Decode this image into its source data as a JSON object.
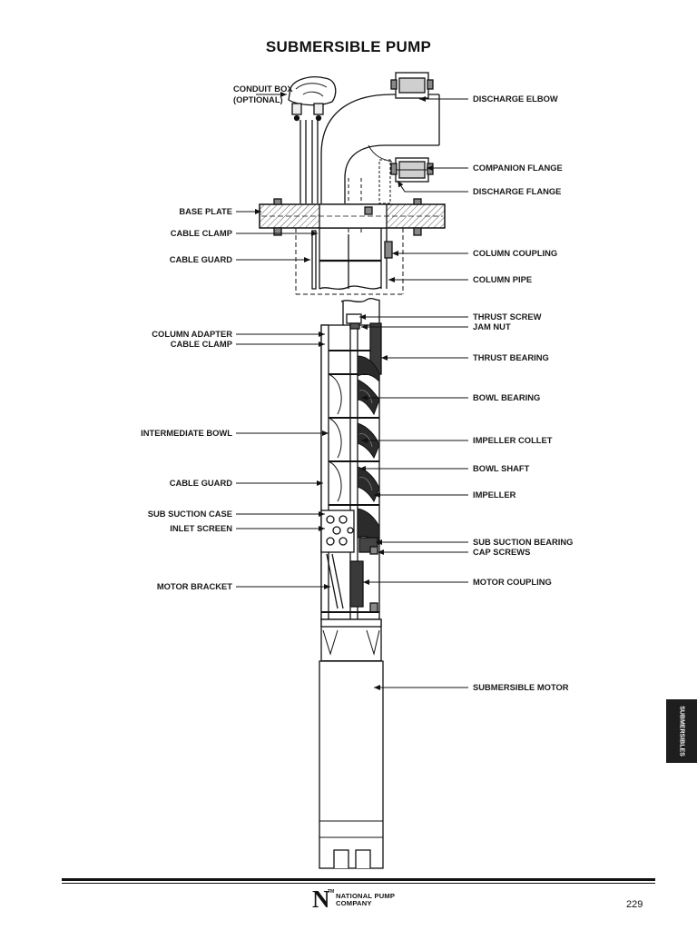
{
  "title": "SUBMERSIBLE PUMP",
  "labels": {
    "conduit_box": [
      "CONDUIT BOX",
      "(OPTIONAL)"
    ],
    "base_plate": "BASE PLATE",
    "cable_clamp_top": "CABLE CLAMP",
    "cable_guard_top": "CABLE GUARD",
    "column_adapter": "COLUMN ADAPTER",
    "cable_clamp_lower": "CABLE CLAMP",
    "intermediate_bowl": "INTERMEDIATE BOWL",
    "cable_guard_lower": "CABLE GUARD",
    "sub_suction_case": "SUB SUCTION CASE",
    "inlet_screen": "INLET SCREEN",
    "motor_bracket": "MOTOR BRACKET",
    "discharge_elbow": "DISCHARGE ELBOW",
    "companion_flange": "COMPANION FLANGE",
    "discharge_flange": "DISCHARGE FLANGE",
    "column_coupling": "COLUMN COUPLING",
    "column_pipe": "COLUMN PIPE",
    "thrust_screw": "THRUST SCREW",
    "jam_nut": "JAM NUT",
    "thrust_bearing": "THRUST BEARING",
    "bowl_bearing": "BOWL BEARING",
    "impeller_collet": "IMPELLER COLLET",
    "bowl_shaft": "BOWL SHAFT",
    "impeller": "IMPELLER",
    "sub_suction_bearing": "SUB SUCTION BEARING",
    "cap_screws": "CAP SCREWS",
    "motor_coupling": "MOTOR COUPLING",
    "submersible_motor": "SUBMERSIBLE MOTOR"
  },
  "side_tab": "SUBMERSIBLES",
  "footer": {
    "logo_letter": "N",
    "logo_reg": "TM",
    "logo_line1": "NATIONAL PUMP",
    "logo_line2": "COMPANY",
    "page_number": "229"
  }
}
